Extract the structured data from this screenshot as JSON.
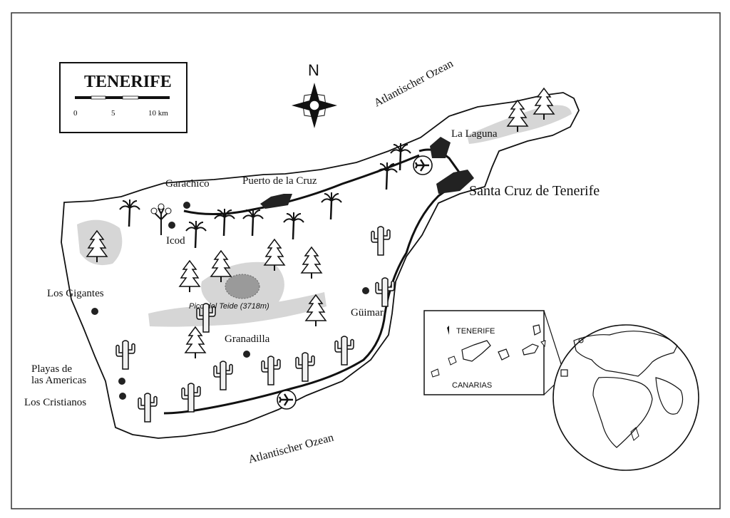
{
  "legend": {
    "title": "TENERIFE",
    "scale": [
      "0",
      "5",
      "10 km"
    ]
  },
  "compass": {
    "north": "N"
  },
  "oceans": {
    "north": "Atlantischer Ozean",
    "south": "Atlantischer Ozean"
  },
  "places": {
    "garachico": "Garachico",
    "puerto": "Puerto de la Cruz",
    "laguna": "La Laguna",
    "santa_cruz": "Santa Cruz de Tenerife",
    "icod": "Icod",
    "gigantes": "Los Gigantes",
    "guimar": "Güimar",
    "granadilla": "Granadilla",
    "playas": "Playas de",
    "playas2": "las Americas",
    "cristianos": "Los Cristianos"
  },
  "peak": {
    "label": "Pico del Teide (3718m)"
  },
  "inset": {
    "tenerife": "TENERIFE",
    "canarias": "CANARIAS"
  },
  "icons": [
    "compass-rose-icon",
    "airport-icon",
    "palm-tree-icon",
    "pine-tree-icon",
    "cactus-icon",
    "dragon-tree-icon",
    "town-dot-icon"
  ],
  "colors": {
    "line": "#111111",
    "shade": "#d6d6d6",
    "city": "#222222"
  }
}
